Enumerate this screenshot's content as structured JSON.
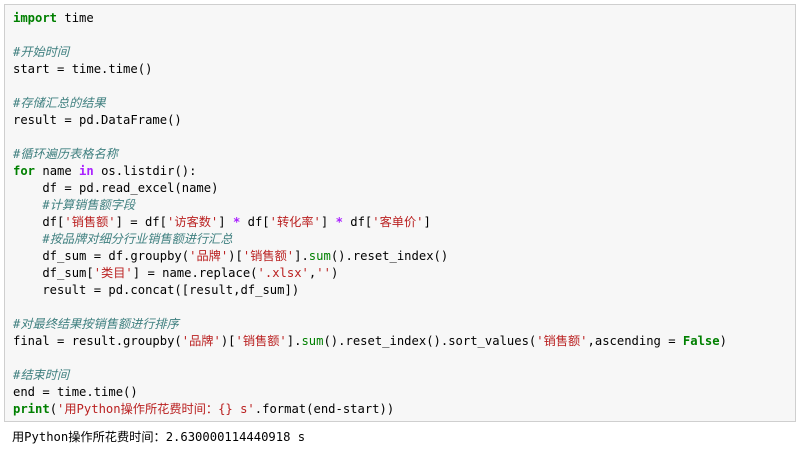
{
  "cell": {
    "lines": [
      [
        {
          "t": "import",
          "c": "kw"
        },
        {
          "t": " time",
          "c": ""
        }
      ],
      [],
      [
        {
          "t": "#开始时间",
          "c": "cm"
        }
      ],
      [
        {
          "t": "start = time.time()",
          "c": ""
        }
      ],
      [],
      [
        {
          "t": "#存储汇总的结果",
          "c": "cm"
        }
      ],
      [
        {
          "t": "result = pd.DataFrame()",
          "c": ""
        }
      ],
      [],
      [
        {
          "t": "#循环遍历表格名称",
          "c": "cm"
        }
      ],
      [
        {
          "t": "for",
          "c": "kw"
        },
        {
          "t": " name ",
          "c": ""
        },
        {
          "t": "in",
          "c": "op"
        },
        {
          "t": " os.listdir():",
          "c": ""
        }
      ],
      [
        {
          "t": "    df = pd.read_excel(name)",
          "c": ""
        }
      ],
      [
        {
          "t": "    ",
          "c": ""
        },
        {
          "t": "#计算销售额字段",
          "c": "cm"
        }
      ],
      [
        {
          "t": "    df[",
          "c": ""
        },
        {
          "t": "'销售额'",
          "c": "st"
        },
        {
          "t": "] = df[",
          "c": ""
        },
        {
          "t": "'访客数'",
          "c": "st"
        },
        {
          "t": "] ",
          "c": ""
        },
        {
          "t": "*",
          "c": "op"
        },
        {
          "t": " df[",
          "c": ""
        },
        {
          "t": "'转化率'",
          "c": "st"
        },
        {
          "t": "] ",
          "c": ""
        },
        {
          "t": "*",
          "c": "op"
        },
        {
          "t": " df[",
          "c": ""
        },
        {
          "t": "'客单价'",
          "c": "st"
        },
        {
          "t": "]",
          "c": ""
        }
      ],
      [
        {
          "t": "    ",
          "c": ""
        },
        {
          "t": "#按品牌对细分行业销售额进行汇总",
          "c": "cm"
        }
      ],
      [
        {
          "t": "    df_sum = df.groupby(",
          "c": ""
        },
        {
          "t": "'品牌'",
          "c": "st"
        },
        {
          "t": ")[",
          "c": ""
        },
        {
          "t": "'销售额'",
          "c": "st"
        },
        {
          "t": "].",
          "c": ""
        },
        {
          "t": "sum",
          "c": "bi"
        },
        {
          "t": "().reset_index()",
          "c": ""
        }
      ],
      [
        {
          "t": "    df_sum[",
          "c": ""
        },
        {
          "t": "'类目'",
          "c": "st"
        },
        {
          "t": "] = name.replace(",
          "c": ""
        },
        {
          "t": "'.xlsx'",
          "c": "st"
        },
        {
          "t": ",",
          "c": ""
        },
        {
          "t": "''",
          "c": "st"
        },
        {
          "t": ")",
          "c": ""
        }
      ],
      [
        {
          "t": "    result = pd.concat([result,df_sum])",
          "c": ""
        }
      ],
      [],
      [
        {
          "t": "#对最终结果按销售额进行排序",
          "c": "cm"
        }
      ],
      [
        {
          "t": "final = result.groupby(",
          "c": ""
        },
        {
          "t": "'品牌'",
          "c": "st"
        },
        {
          "t": ")[",
          "c": ""
        },
        {
          "t": "'销售额'",
          "c": "st"
        },
        {
          "t": "].",
          "c": ""
        },
        {
          "t": "sum",
          "c": "bi"
        },
        {
          "t": "().reset_index().sort_values(",
          "c": ""
        },
        {
          "t": "'销售额'",
          "c": "st"
        },
        {
          "t": ",ascending = ",
          "c": ""
        },
        {
          "t": "False",
          "c": "kw"
        },
        {
          "t": ")",
          "c": ""
        }
      ],
      [],
      [
        {
          "t": "#结束时间",
          "c": "cm"
        }
      ],
      [
        {
          "t": "end = time.time()",
          "c": ""
        }
      ],
      [
        {
          "t": "print",
          "c": "kw"
        },
        {
          "t": "(",
          "c": ""
        },
        {
          "t": "'用Python操作所花费时间：{} s'",
          "c": "st"
        },
        {
          "t": ".format(end-start))",
          "c": ""
        }
      ]
    ]
  },
  "output": {
    "text": "用Python操作所花费时间：2.630000114440918 s"
  },
  "colors": {
    "keyword": "#008000",
    "comment": "#408080",
    "string": "#ba2121",
    "operator": "#aa22ff",
    "cell_background": "#f7f7f7",
    "cell_border": "#cfcfcf"
  }
}
